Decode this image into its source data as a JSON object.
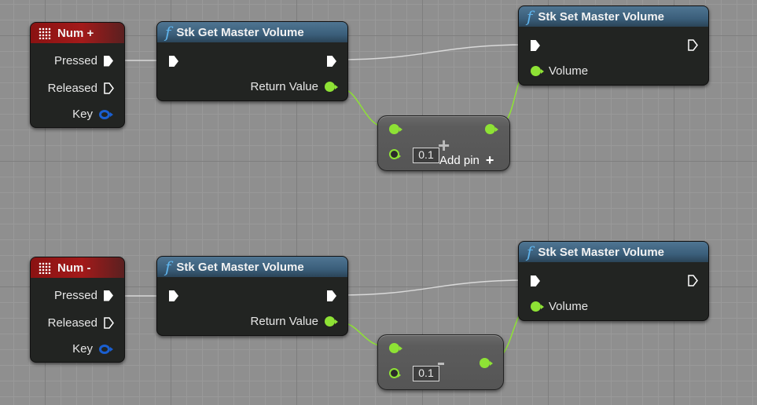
{
  "canvas": {
    "background": "#8f8f8f",
    "grid_minor": "#999999",
    "grid_major": "#7e7e7e"
  },
  "colors": {
    "float_pin": "#8ee235",
    "key_pin": "#1a5fd0",
    "event_header": "#a31a1a",
    "function_header": "#3b5f7b",
    "function_icon": "#5fb4ec"
  },
  "groups": [
    {
      "event": {
        "title": "Num +",
        "pins": {
          "pressed": "Pressed",
          "released": "Released",
          "key": "Key"
        }
      },
      "get": {
        "icon": "f",
        "title": "Stk Get Master Volume",
        "return_label": "Return Value"
      },
      "add": {
        "value": "0.1",
        "add_pin_label": "Add pin",
        "add_pin_icon": "+"
      },
      "set": {
        "icon": "f",
        "title": "Stk Set Master Volume",
        "volume_label": "Volume"
      }
    },
    {
      "event": {
        "title": "Num -",
        "pins": {
          "pressed": "Pressed",
          "released": "Released",
          "key": "Key"
        }
      },
      "get": {
        "icon": "f",
        "title": "Stk Get Master Volume",
        "return_label": "Return Value"
      },
      "subtract": {
        "value": "0.1"
      },
      "set": {
        "icon": "f",
        "title": "Stk Set Master Volume",
        "volume_label": "Volume"
      }
    }
  ]
}
